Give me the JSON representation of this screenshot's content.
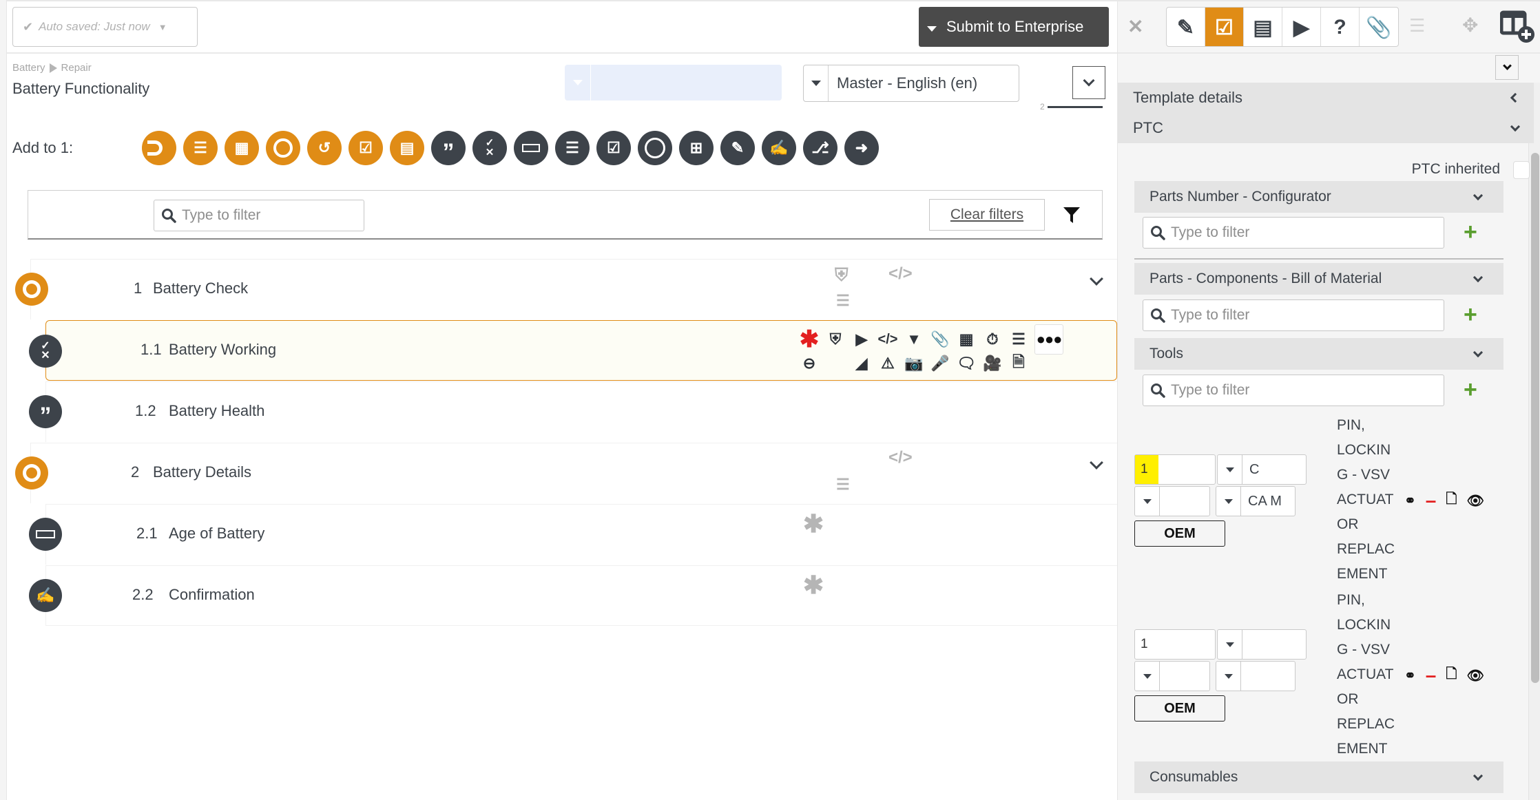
{
  "header": {
    "autosave_label": "Auto saved: Just now",
    "submit_label": "Submit to Enterprise"
  },
  "breadcrumb": {
    "parent": "Battery",
    "current": "Repair"
  },
  "page_title": "Battery Functionality",
  "language_select": {
    "value": "Master - English (en)"
  },
  "pager": {
    "count": "2"
  },
  "add_to": {
    "label": "Add to 1:",
    "icons": [
      {
        "name": "start-group-icon",
        "color": "orange",
        "glyph": "⊃"
      },
      {
        "name": "numbered-list-icon",
        "color": "orange",
        "glyph": "☰"
      },
      {
        "name": "table-grid-icon",
        "color": "orange",
        "glyph": "▦"
      },
      {
        "name": "section-circle-icon",
        "color": "orange",
        "glyph": "◯"
      },
      {
        "name": "loop-icon",
        "color": "orange",
        "glyph": "↺"
      },
      {
        "name": "checklist-clipboard-icon",
        "color": "orange",
        "glyph": "☑"
      },
      {
        "name": "film-strip-icon",
        "color": "orange",
        "glyph": "▤"
      },
      {
        "name": "quote-icon",
        "color": "dark",
        "glyph": "”"
      },
      {
        "name": "pass-fail-icon",
        "color": "dark",
        "glyph": "✓"
      },
      {
        "name": "dropdown-field-icon",
        "color": "dark",
        "glyph": "▭"
      },
      {
        "name": "multi-check-icon",
        "color": "dark",
        "glyph": "☰"
      },
      {
        "name": "checkbox-icon",
        "color": "dark",
        "glyph": "☑"
      },
      {
        "name": "clock-icon",
        "color": "dark",
        "glyph": "◷"
      },
      {
        "name": "calculator-icon",
        "color": "dark",
        "glyph": "⊞"
      },
      {
        "name": "pencil-ruler-icon",
        "color": "dark",
        "glyph": "✎"
      },
      {
        "name": "signature-icon",
        "color": "dark",
        "glyph": "✍"
      },
      {
        "name": "share-branch-icon",
        "color": "dark",
        "glyph": "⑂"
      },
      {
        "name": "arrow-right-icon",
        "color": "dark",
        "glyph": "➜"
      }
    ]
  },
  "filter": {
    "placeholder": "Type to filter",
    "clear_label": "Clear filters"
  },
  "steps": [
    {
      "num": "1",
      "label": "Battery Check",
      "type": "section"
    },
    {
      "num": "1.1",
      "label": "Battery Working",
      "type": "pass-fail",
      "selected": true
    },
    {
      "num": "1.2",
      "label": "Battery Health",
      "type": "quote"
    },
    {
      "num": "2",
      "label": "Battery Details",
      "type": "section"
    },
    {
      "num": "2.1",
      "label": "Age of Battery",
      "type": "dropdown"
    },
    {
      "num": "2.2",
      "label": "Confirmation",
      "type": "signature"
    }
  ],
  "right_panel": {
    "toolbar": [
      {
        "name": "edit-pencil",
        "active": false
      },
      {
        "name": "checklist",
        "active": true
      },
      {
        "name": "form",
        "active": false
      },
      {
        "name": "play",
        "active": false
      },
      {
        "name": "help",
        "active": false
      },
      {
        "name": "attachment",
        "active": false
      }
    ],
    "template_details": "Template details",
    "ptc": "PTC",
    "ptc_inherited": "PTC inherited",
    "sections": {
      "parts_number": "Parts Number - Configurator",
      "parts_components": "Parts - Components - Bill of Material",
      "tools": "Tools",
      "consumables": "Consumables"
    },
    "filter_placeholder": "Type to filter",
    "tools_items": [
      {
        "qty": "1",
        "qty_highlight": true,
        "unit": "C",
        "type": "",
        "code": "CA M",
        "oem_label": "OEM",
        "name_lines": [
          "PIN,",
          "LOCKIN",
          "G - VSV",
          "ACTUAT",
          "OR",
          "REPLAC",
          "EMENT"
        ]
      },
      {
        "qty": "1",
        "qty_highlight": false,
        "unit": "",
        "type": "",
        "code": "",
        "oem_label": "OEM",
        "name_lines": [
          "PIN,",
          "LOCKIN",
          "G - VSV",
          "ACTUAT",
          "OR",
          "REPLAC",
          "EMENT"
        ]
      }
    ]
  },
  "colors": {
    "accent_orange": "#e08c16",
    "dark_icon": "#3d434a",
    "add_green": "#5a9e2f",
    "remove_red": "#e32020",
    "highlight_yellow": "#ffef00",
    "selected_row_bg": "#fdfdf5"
  }
}
